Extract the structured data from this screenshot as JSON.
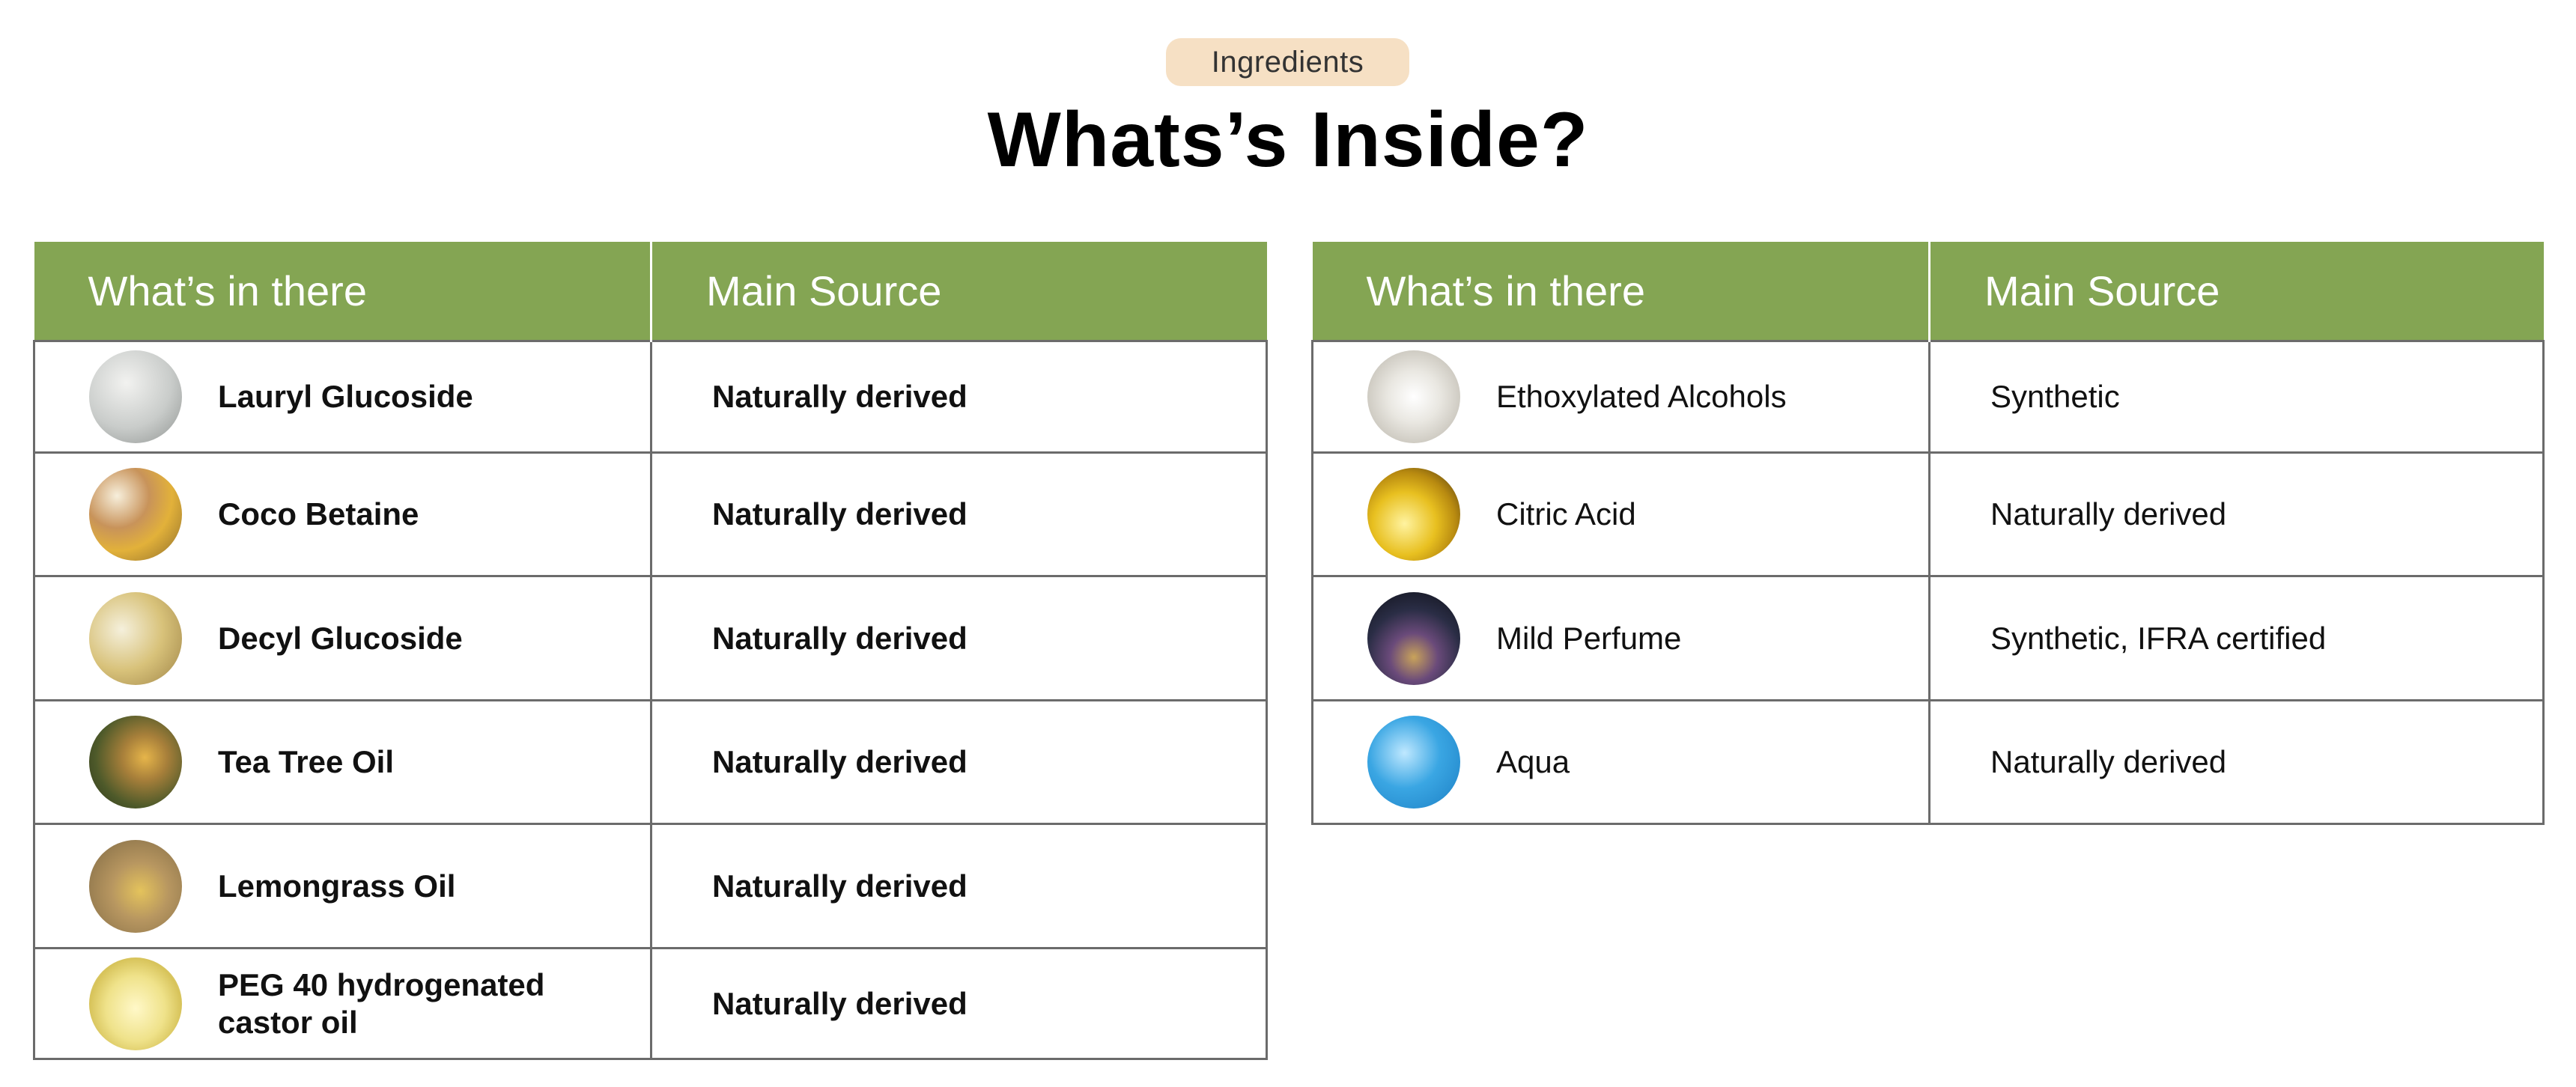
{
  "badge": "Ingredients",
  "title": "Whats’s Inside?",
  "tables": [
    {
      "headers": [
        "What’s in there",
        "Main Source"
      ],
      "rows": [
        {
          "name": "Lauryl Glucoside",
          "source": "Naturally derived",
          "icon": "lauryl-glucoside-thumbnail",
          "tint": "#c9ccca"
        },
        {
          "name": "Coco Betaine",
          "source": "Naturally derived",
          "icon": "coconut-oil-thumbnail",
          "tint": "#d9a53a"
        },
        {
          "name": "Decyl Glucoside",
          "source": "Naturally derived",
          "icon": "decyl-glucoside-thumbnail",
          "tint": "#d8c27a"
        },
        {
          "name": "Tea Tree Oil",
          "source": "Naturally derived",
          "icon": "tea-tree-oil-thumbnail",
          "tint": "#6e7a3a"
        },
        {
          "name": "Lemongrass Oil",
          "source": "Naturally derived",
          "icon": "lemongrass-oil-thumbnail",
          "tint": "#b79660"
        },
        {
          "name": "PEG 40 hydrogenated castor oil",
          "source": "Naturally derived",
          "icon": "castor-oil-thumbnail",
          "tint": "#efe28a"
        }
      ]
    },
    {
      "headers": [
        "What’s in there",
        "Main Source"
      ],
      "rows": [
        {
          "name": "Ethoxylated Alcohols",
          "source": "Synthetic",
          "icon": "alcohol-bottle-thumbnail",
          "tint": "#d9d6cf"
        },
        {
          "name": "Citric Acid",
          "source": "Naturally derived",
          "icon": "lemon-thumbnail",
          "tint": "#e8c020"
        },
        {
          "name": "Mild Perfume",
          "source": "Synthetic, IFRA certified",
          "icon": "perfume-thumbnail",
          "tint": "#2a2d45"
        },
        {
          "name": "Aqua",
          "source": "Naturally derived",
          "icon": "water-thumbnail",
          "tint": "#3aa6e3"
        }
      ]
    }
  ]
}
